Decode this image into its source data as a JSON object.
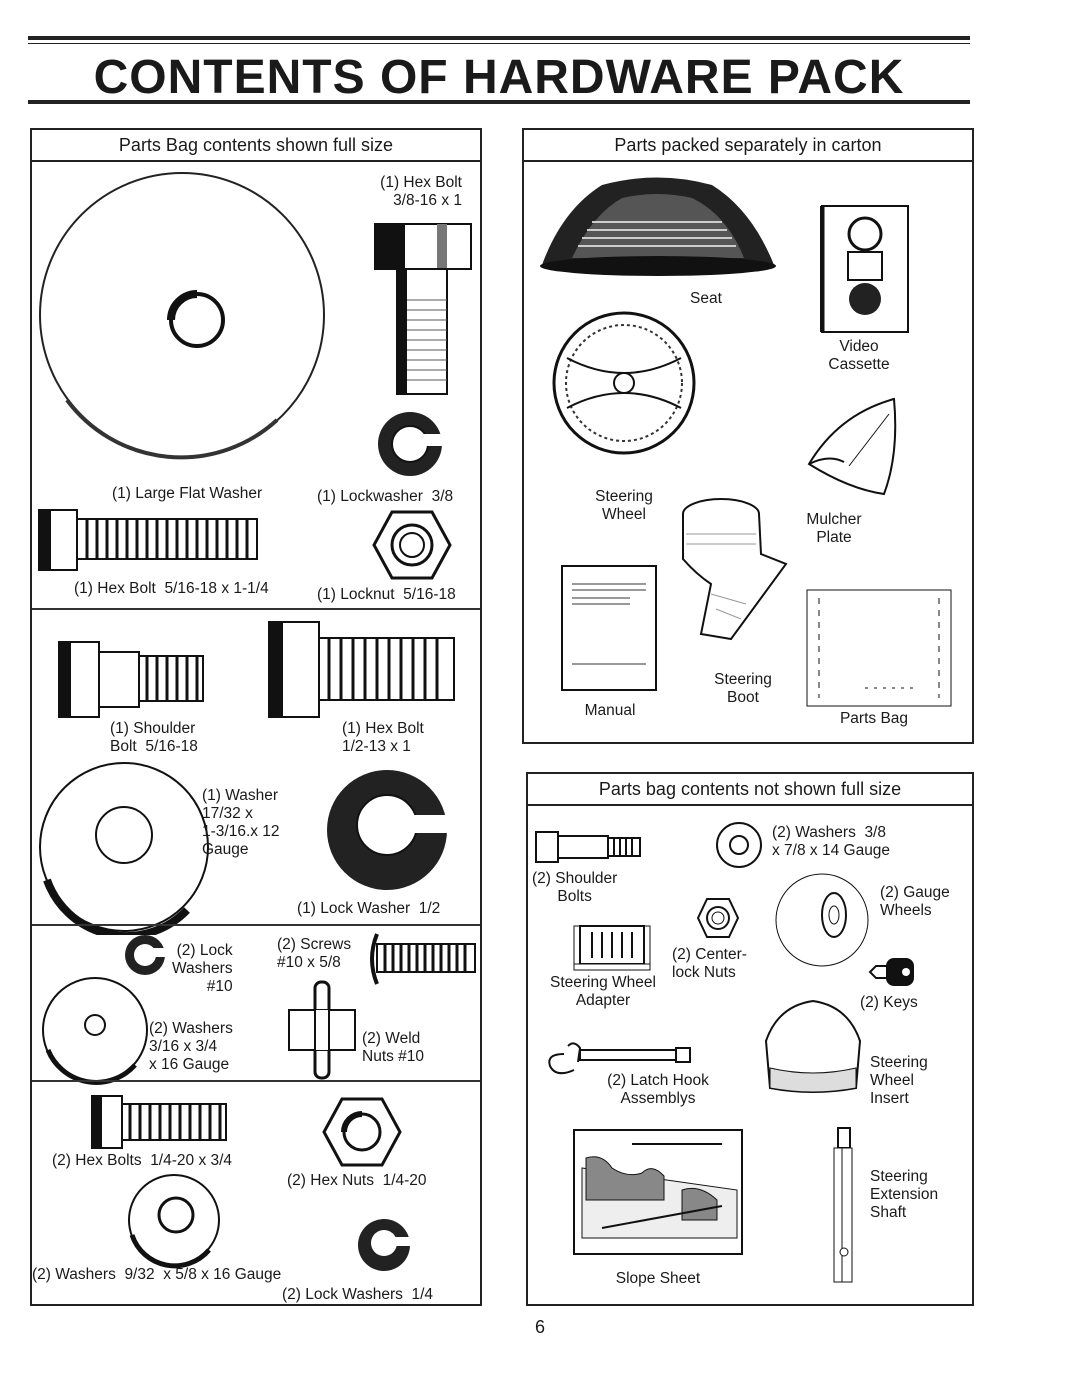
{
  "page": {
    "title": "CONTENTS OF HARDWARE PACK",
    "page_number": "6"
  },
  "left_panel": {
    "heading": "Parts Bag contents shown full size",
    "items": {
      "hex_bolt_38": "(1) Hex Bolt\n3/8-16 x 1",
      "large_flat_washer": "(1) Large Flat Washer",
      "lockwasher_38": "(1) Lockwasher  3/8",
      "hex_bolt_516": "(1) Hex Bolt  5/16-18 x 1-1/4",
      "locknut_516": "(1) Locknut  5/16-18",
      "shoulder_bolt": "(1) Shoulder\nBolt  5/16-18",
      "hex_bolt_12": "(1) Hex Bolt\n1/2-13 x 1",
      "washer_1732": "(1) Washer\n17/32 x\n1-3/16.x 12\nGauge",
      "lock_washer_12": "(1) Lock Washer  1/2",
      "lock_washers_10": "(2) Lock\nWashers\n#10",
      "screws_10": "(2) Screws\n#10 x 5/8",
      "washers_316": "(2) Washers\n3/16 x 3/4\nx 16 Gauge",
      "weld_nuts": "(2) Weld\nNuts #10",
      "hex_bolts_14": "(2) Hex Bolts  1/4-20 x 3/4",
      "hex_nuts_14": "(2) Hex Nuts  1/4-20",
      "washers_932": "(2) Washers  9/32  x 5/8 x 16 Gauge",
      "lock_washers_14": "(2) Lock Washers  1/4"
    }
  },
  "carton_panel": {
    "heading": "Parts packed separately in carton",
    "items": {
      "seat": "Seat",
      "video_cassette": "Video\nCassette",
      "steering_wheel": "Steering\nWheel",
      "mulcher_plate": "Mulcher\nPlate",
      "manual": "Manual",
      "steering_boot": "Steering\nBoot",
      "parts_bag": "Parts Bag"
    }
  },
  "not_full_panel": {
    "heading": "Parts bag contents not shown full size",
    "items": {
      "washers_38": "(2) Washers  3/8\nx 7/8 x 14 Gauge",
      "shoulder_bolts": "(2) Shoulder\nBolts",
      "gauge_wheels": "(2) Gauge\nWheels",
      "center_lock_nuts": "(2) Center-\nlock Nuts",
      "steering_wheel_adapter": "Steering Wheel\nAdapter",
      "keys": "(2) Keys",
      "latch_hook": "(2) Latch Hook\nAssemblys",
      "steering_wheel_insert": "Steering\nWheel\nInsert",
      "steering_extension_shaft": "Steering\nExtension\nShaft",
      "slope_sheet": "Slope Sheet"
    }
  }
}
